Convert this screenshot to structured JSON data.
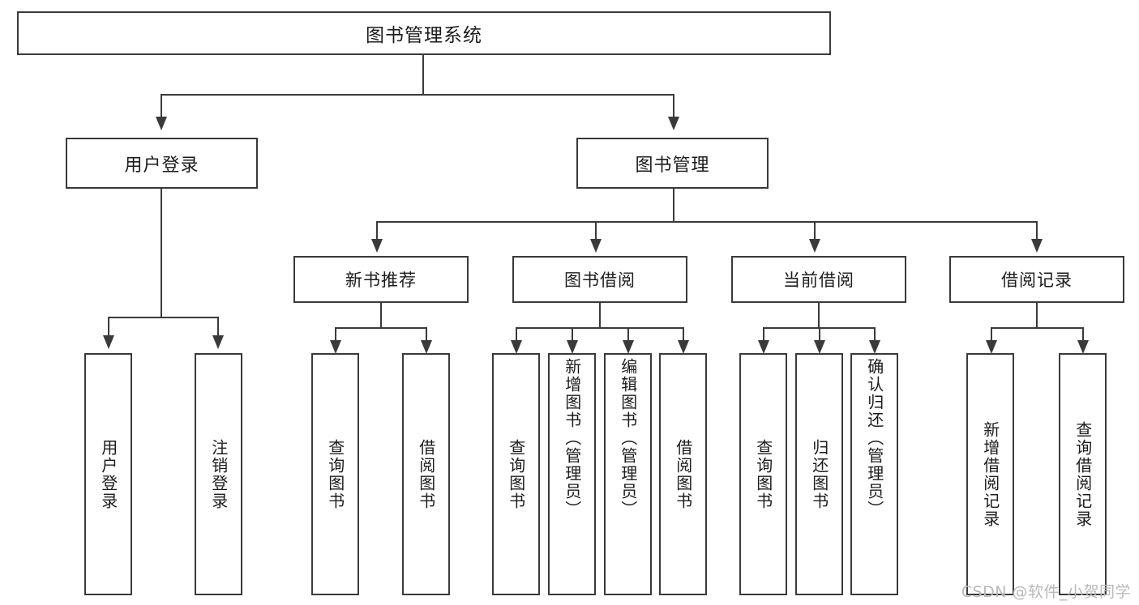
{
  "diagram": {
    "title": "图书管理系统",
    "type": "功能结构图",
    "root": {
      "label": "图书管理系统"
    },
    "level2": [
      {
        "label": "用户登录"
      },
      {
        "label": "图书管理"
      }
    ],
    "level3": [
      {
        "label": "新书推荐"
      },
      {
        "label": "图书借阅"
      },
      {
        "label": "当前借阅"
      },
      {
        "label": "借阅记录"
      }
    ],
    "leaves": {
      "user_login": [
        {
          "label": "用户登录"
        },
        {
          "label": "注销登录"
        }
      ],
      "new_book_recommend": [
        {
          "label": "查询图书"
        },
        {
          "label": "借阅图书"
        }
      ],
      "book_borrow": [
        {
          "label": "查询图书"
        },
        {
          "label": "新增图书（管理员）"
        },
        {
          "label": "编辑图书（管理员）"
        },
        {
          "label": "借阅图书"
        }
      ],
      "current_borrow": [
        {
          "label": "查询图书"
        },
        {
          "label": "归还图书"
        },
        {
          "label": "确认归还（管理员）"
        }
      ],
      "borrow_record": [
        {
          "label": "新增借阅记录"
        },
        {
          "label": "查询借阅记录"
        }
      ]
    }
  },
  "watermark": {
    "text": "CSDN @软件_小贺同学"
  },
  "colors": {
    "stroke": "#3a3a3a",
    "text": "#1c1c1c",
    "background": "#ffffff",
    "watermark": "#b9b9b9"
  }
}
